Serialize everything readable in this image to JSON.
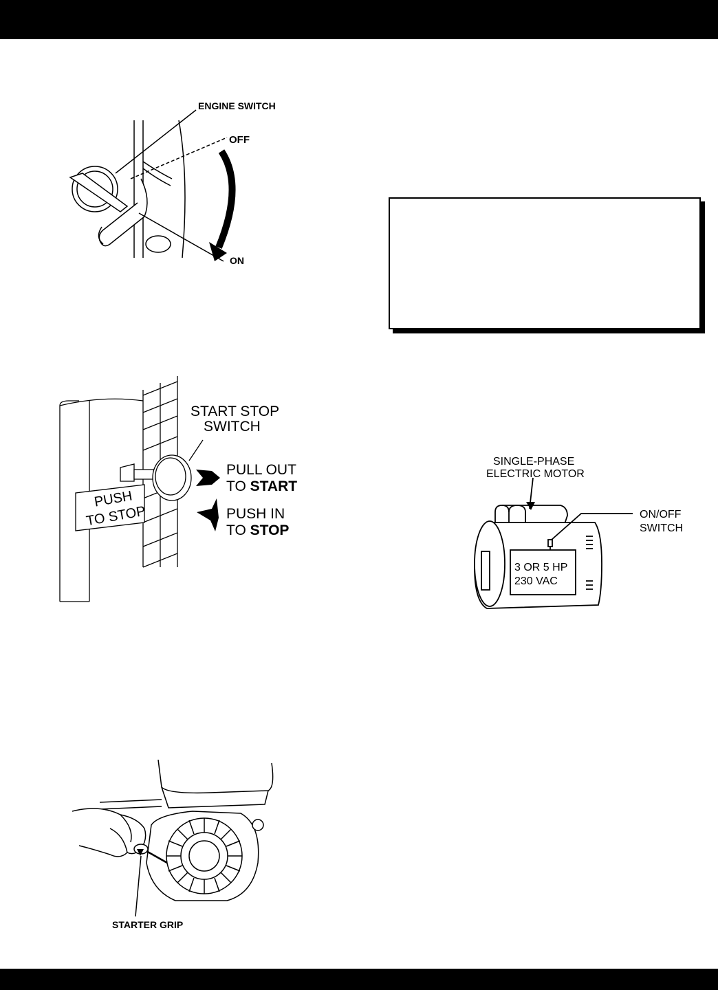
{
  "figures": {
    "engine_switch": {
      "title_label": "ENGINE SWITCH",
      "off_label": "OFF",
      "on_label": "ON"
    },
    "start_stop": {
      "switch_label_line1": "START STOP",
      "switch_label_line2": "SWITCH",
      "tag_line1": "PUSH",
      "tag_line2": "TO STOP",
      "pull_line1": "PULL OUT",
      "pull_prefix": "TO ",
      "pull_action": "START",
      "push_line1": "PUSH IN",
      "push_prefix": "TO ",
      "push_action": "STOP"
    },
    "electric_motor": {
      "motor_label_line1": "SINGLE-PHASE",
      "motor_label_line2": "ELECTRIC MOTOR",
      "switch_label_line1": "ON/OFF",
      "switch_label_line2": "SWITCH",
      "plate_line1": "3 OR 5 HP",
      "plate_line2": "230 VAC"
    },
    "starter": {
      "grip_label": "STARTER GRIP"
    }
  }
}
